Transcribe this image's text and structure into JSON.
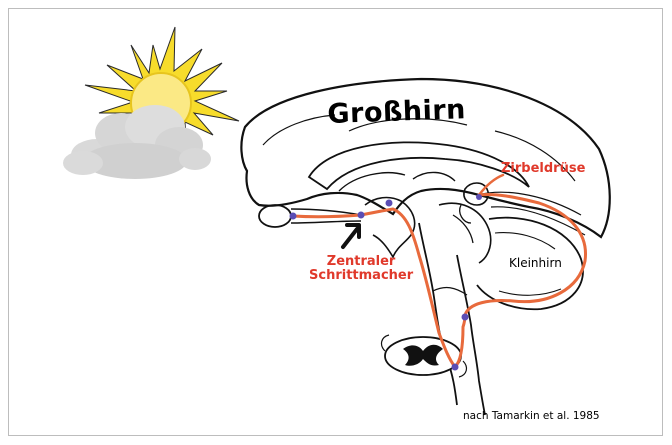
{
  "labels": {
    "grosshirn": "Großhirn",
    "zirbeldruese": "Zirbeldrüse",
    "zentraler_line1": "Zentraler",
    "zentraler_line2": "Schrittmacher",
    "kleinhirn": "Kleinhirn",
    "credit": "nach Tamarkin et al. 1985"
  },
  "colors": {
    "pathway": "#e86a3c",
    "label_red": "#e0392b",
    "outline": "#111111",
    "sun_yellow": "#f7dc2b",
    "sun_core": "#fbe985",
    "cloud": "#d7d7d7",
    "node": "#5b4db4"
  },
  "icons": {
    "sun": "sun-icon",
    "cloud": "cloud-icon",
    "arrow": "arrow-icon"
  }
}
